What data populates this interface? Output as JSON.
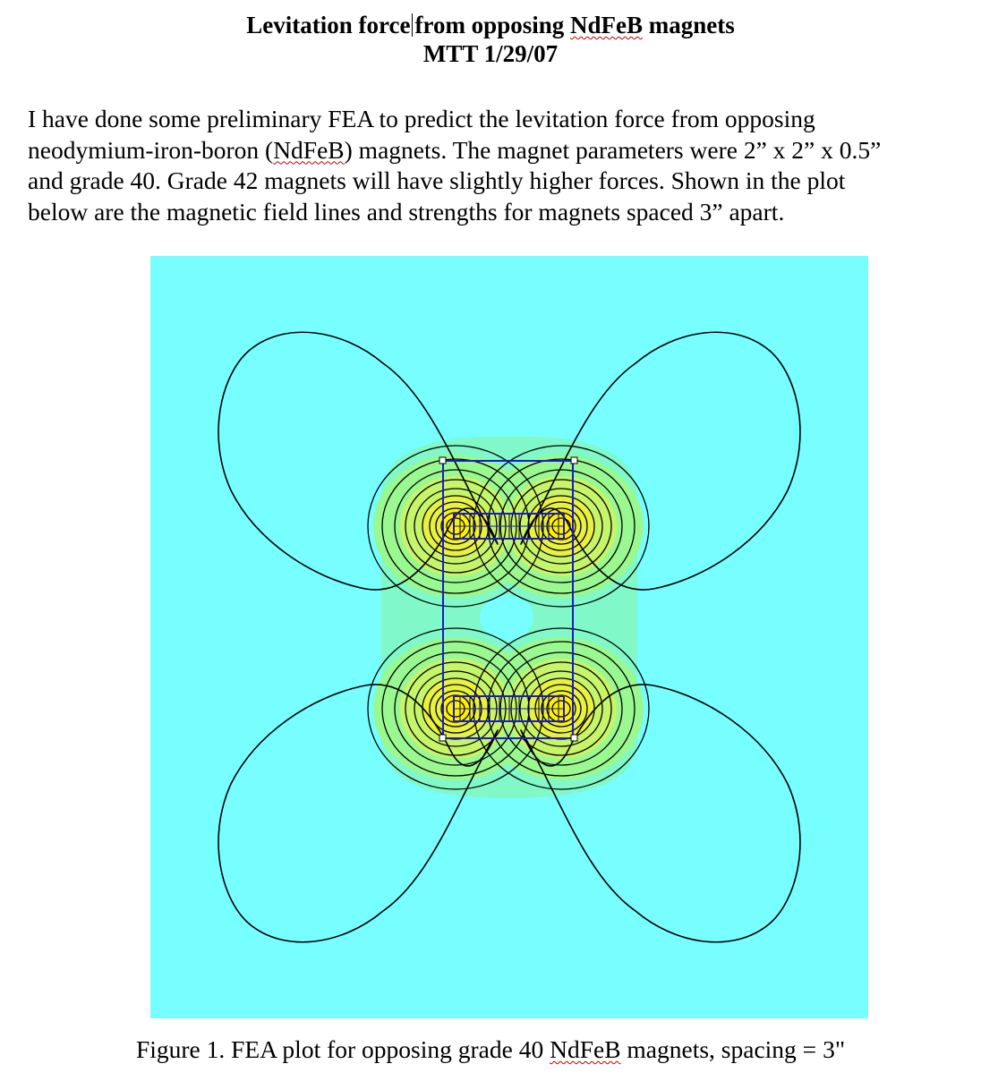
{
  "document": {
    "title": {
      "part1": "Levitation force",
      "part2": "from opposing ",
      "part3": "NdFeB",
      "part4": " magnets"
    },
    "subtitle": "MTT 1/29/07",
    "paragraph_lines": [
      {
        "text": "I have done some preliminary FEA to predict the levitation force from opposing"
      },
      {
        "pre": "neodymium-iron-boron (",
        "flag": "NdFeB",
        "post": ") magnets.  The magnet parameters were 2” x 2” x 0.5”"
      },
      {
        "text": "and grade 40.  Grade 42 magnets will have slightly higher forces.  Shown in the plot"
      },
      {
        "text": "below are the magnetic field lines and strengths for magnets spaced 3” apart."
      }
    ],
    "caption": {
      "pre": "Figure 1.  FEA plot for opposing grade 40 ",
      "flag": "NdFeB",
      "post": " magnets, spacing = 3\""
    }
  },
  "figure": {
    "background_color": "#77ffff",
    "field_colors": [
      "#80f8c8",
      "#9af890",
      "#c6f46a",
      "#e8f040",
      "#fff000"
    ],
    "line_color": "#000000",
    "magnet_outline_color": "#0000cc"
  }
}
